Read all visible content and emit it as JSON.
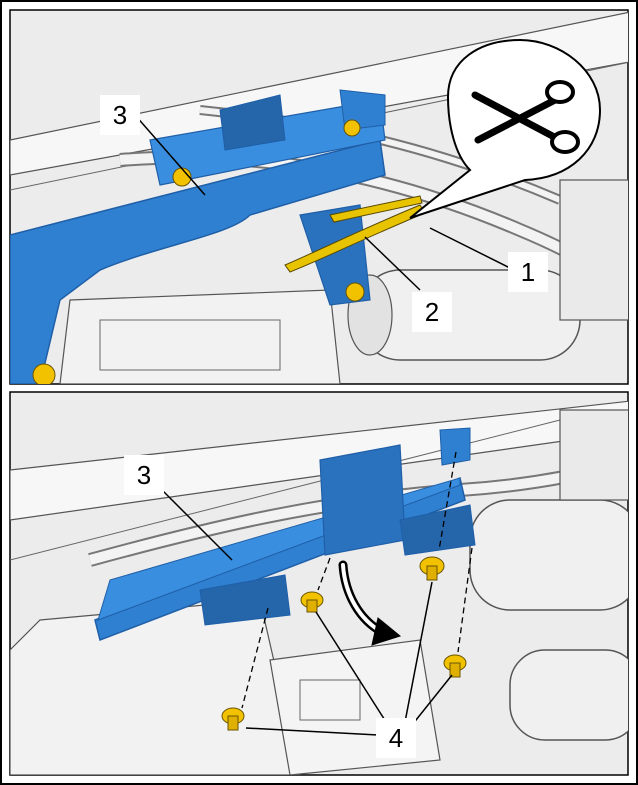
{
  "panels": [
    {
      "callouts": [
        {
          "label": "3"
        },
        {
          "label": "1"
        },
        {
          "label": "2"
        }
      ],
      "tool_icon": "scissors-icon"
    },
    {
      "callouts": [
        {
          "label": "3"
        },
        {
          "label": "4"
        }
      ]
    }
  ],
  "colors": {
    "bracket": "#2f80d0",
    "bracket_dark": "#1f5fa8",
    "bolt": "#f2c200",
    "tie_strap": "#e8c400",
    "line_art": "#4a4a4a",
    "background_fill": "#e6e6e6"
  }
}
